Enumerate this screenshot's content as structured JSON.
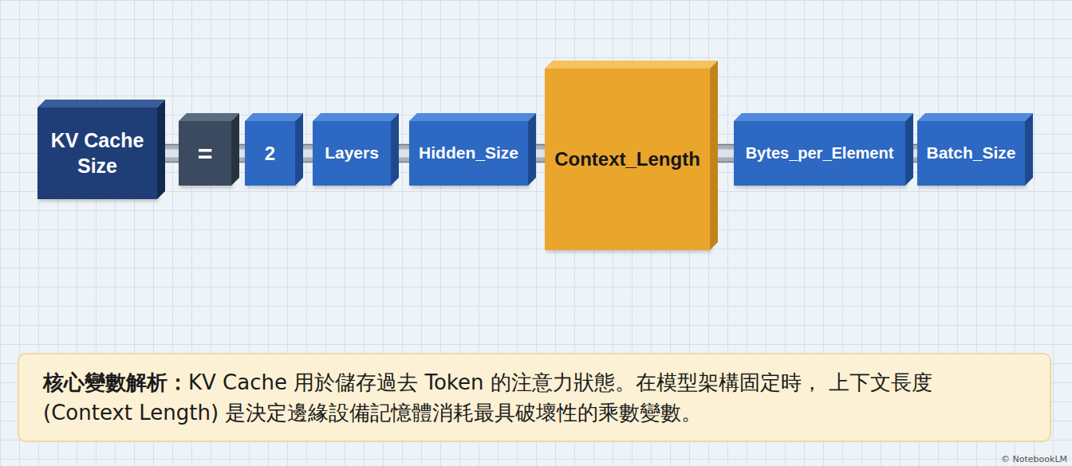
{
  "diagram": {
    "nodes": [
      {
        "text": [
          "KV Cache Size"
        ]
      },
      {
        "text": [
          "="
        ]
      },
      {
        "text": [
          "2"
        ]
      },
      {
        "text": [
          "Layers"
        ]
      },
      {
        "text": [
          "Hidden_Size"
        ]
      },
      {
        "text": [
          "Context_Length"
        ]
      },
      {
        "text": [
          "Bytes_per_Element"
        ]
      },
      {
        "text": [
          "Batch_Size"
        ]
      },
      {
        "text": [
          "核心變數解析：",
          "KV Cache 用於儲存過去 Token 的注意力狀態。在模型架構固定時， 上下文長度 (Context Length) 是決定邊緣設備記憶體消耗最具破壞性的乘數變數。"
        ]
      }
    ],
    "edges": [
      {
        "from": 0,
        "to": 1,
        "arrow": "none"
      },
      {
        "from": 1,
        "to": 2,
        "arrow": "none"
      },
      {
        "from": 2,
        "to": 3,
        "arrow": "none"
      },
      {
        "from": 3,
        "to": 4,
        "arrow": "none"
      },
      {
        "from": 4,
        "to": 5,
        "arrow": "none"
      },
      {
        "from": 5,
        "to": 6,
        "arrow": "none"
      },
      {
        "from": 6,
        "to": 7,
        "arrow": "none"
      }
    ],
    "labels": [
      "© NotebookLM"
    ]
  }
}
